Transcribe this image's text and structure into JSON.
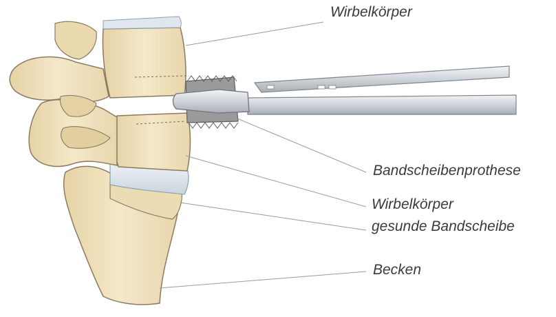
{
  "labels": {
    "vertebral_body_upper": "Wirbelkörper",
    "disc_prosthesis": "Bandscheibenprothese",
    "vertebral_body_lower": "Wirbelkörper",
    "healthy_disc": "gesunde Bandscheibe",
    "pelvis": "Becken"
  },
  "colors": {
    "bone": "#f1e4c2",
    "bone_shade": "#dcc79a",
    "outline": "#8a7a5e",
    "disc": "#dde6ee",
    "instrument": "#d6dadf",
    "implant": "#8c8c8c",
    "leader_line": "#9a9a9a",
    "text": "#3a3a3a"
  }
}
